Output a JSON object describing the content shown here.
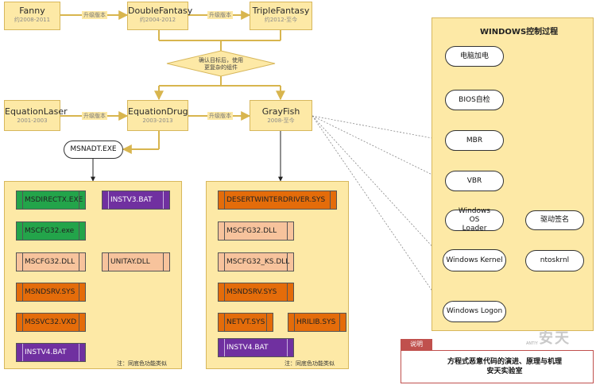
{
  "versions": {
    "fanny": {
      "name": "Fanny",
      "years": "约2008-2011"
    },
    "double": {
      "name": "DoubleFantasy",
      "years": "约2004-2012"
    },
    "triple": {
      "name": "TripleFantasy",
      "years": "约2012-至今"
    },
    "laser": {
      "name": "EquationLaser",
      "years": "2001-2003"
    },
    "drug": {
      "name": "EquationDrug",
      "years": "2003-2013"
    },
    "grayfish": {
      "name": "GrayFish",
      "years": "2008-至今"
    }
  },
  "edge_labels": {
    "upgrade1": "升级版本",
    "upgrade2": "升级版本",
    "upgrade3": "升级版本",
    "upgrade4": "升级版本"
  },
  "decision": {
    "line1": "确认目标后，使用",
    "line2": "更复杂的组件"
  },
  "msnadt": "MSNADT.EXE",
  "left_panel": {
    "modules": [
      "MSDIRECTX.EXE",
      "INSTV3.BAT",
      "MSCFG32.exe",
      "MSCFG32.DLL",
      "UNITAY.DLL",
      "MSNDSRV.SYS",
      "MSSVC32.VXD",
      "INSTV4.BAT"
    ],
    "note": "注：同底色功能类似"
  },
  "mid_panel": {
    "modules": [
      "DESERTWINTERDRIVER.SYS",
      "MSCFG32.DLL",
      "MSCFG32_KS.DLL",
      "MSNDSRV.SYS",
      "NETVT.SYS",
      "HRILIB.SYS",
      "INSTV4.BAT"
    ],
    "note": "注：同底色功能类似"
  },
  "right_panel": {
    "title": "WINDOWS控制过程",
    "steps": [
      "电脑加电",
      "BIOS自检",
      "MBR",
      "VBR",
      "Windows OS Loader",
      "Windows Kernel",
      "Windows Logon"
    ],
    "side": [
      "驱动签名",
      "ntoskrnl"
    ]
  },
  "legend": {
    "tag": "说明",
    "line1": "方程式恶意代码的演进、原理与机理",
    "line2": "安天实验室",
    "logo": "安天",
    "logo_small": "ANTIY"
  },
  "colors": {
    "panel": "#fde9a6",
    "green": "#23a44a",
    "purple": "#7030a0",
    "orange": "#e46c0a",
    "peach": "#f7c39c",
    "tag": "#c0504d"
  }
}
